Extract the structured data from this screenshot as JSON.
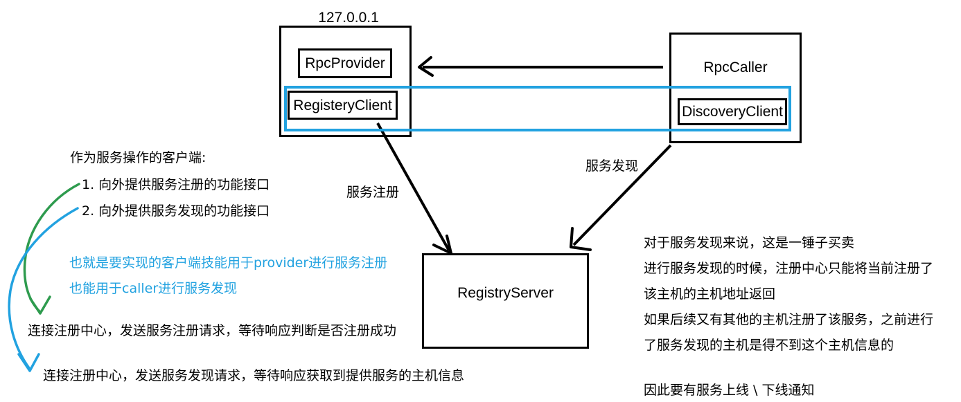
{
  "diagram": {
    "host_label": "127.0.0.1",
    "nodes": [
      {
        "id": "provider-host",
        "label": "127.0.0.1"
      },
      {
        "id": "rpc-provider",
        "label": "RpcProvider"
      },
      {
        "id": "registery-client",
        "label": "RegisteryClient"
      },
      {
        "id": "rpc-caller",
        "label": "RpcCaller"
      },
      {
        "id": "discovery-client",
        "label": "DiscoveryClient"
      },
      {
        "id": "registry-server",
        "label": "RegistryServer"
      }
    ],
    "boxes": {
      "rpc_provider": "RpcProvider",
      "registery_client": "RegisteryClient",
      "rpc_caller": "RpcCaller",
      "discovery_client": "DiscoveryClient",
      "registry_server": "RegistryServer"
    },
    "arrow_labels": {
      "service_register": "服务注册",
      "service_discovery": "服务发现"
    },
    "colors": {
      "accent_blue": "#22a2e0",
      "green_curve": "#2e9b4e",
      "stroke_black": "#000000",
      "background": "#ffffff"
    }
  },
  "annotations": {
    "left_heading": "作为服务操作的客户端:",
    "left_items": [
      "1. 向外提供服务注册的功能接口",
      "2. 向外提供服务发现的功能接口"
    ],
    "blue_lines": [
      "也就是要实现的客户端技能用于provider进行服务注册",
      "也能用于caller进行服务发现"
    ],
    "register_flow_text": "连接注册中心，发送服务注册请求，等待响应判断是否注册成功",
    "discovery_flow_text": "连接注册中心，发送服务发现请求，等待响应获取到提供服务的主机信息",
    "right_block_lines": [
      "对于服务发现来说，这是一锤子买卖",
      "进行服务发现的时候，注册中心只能将当前注册了",
      "该主机的主机地址返回",
      "如果后续又有其他的主机注册了该服务，之前进行",
      "了服务发现的主机是得不到这个主机信息的"
    ],
    "right_block_footer": "因此要有服务上线 \\ 下线通知"
  }
}
